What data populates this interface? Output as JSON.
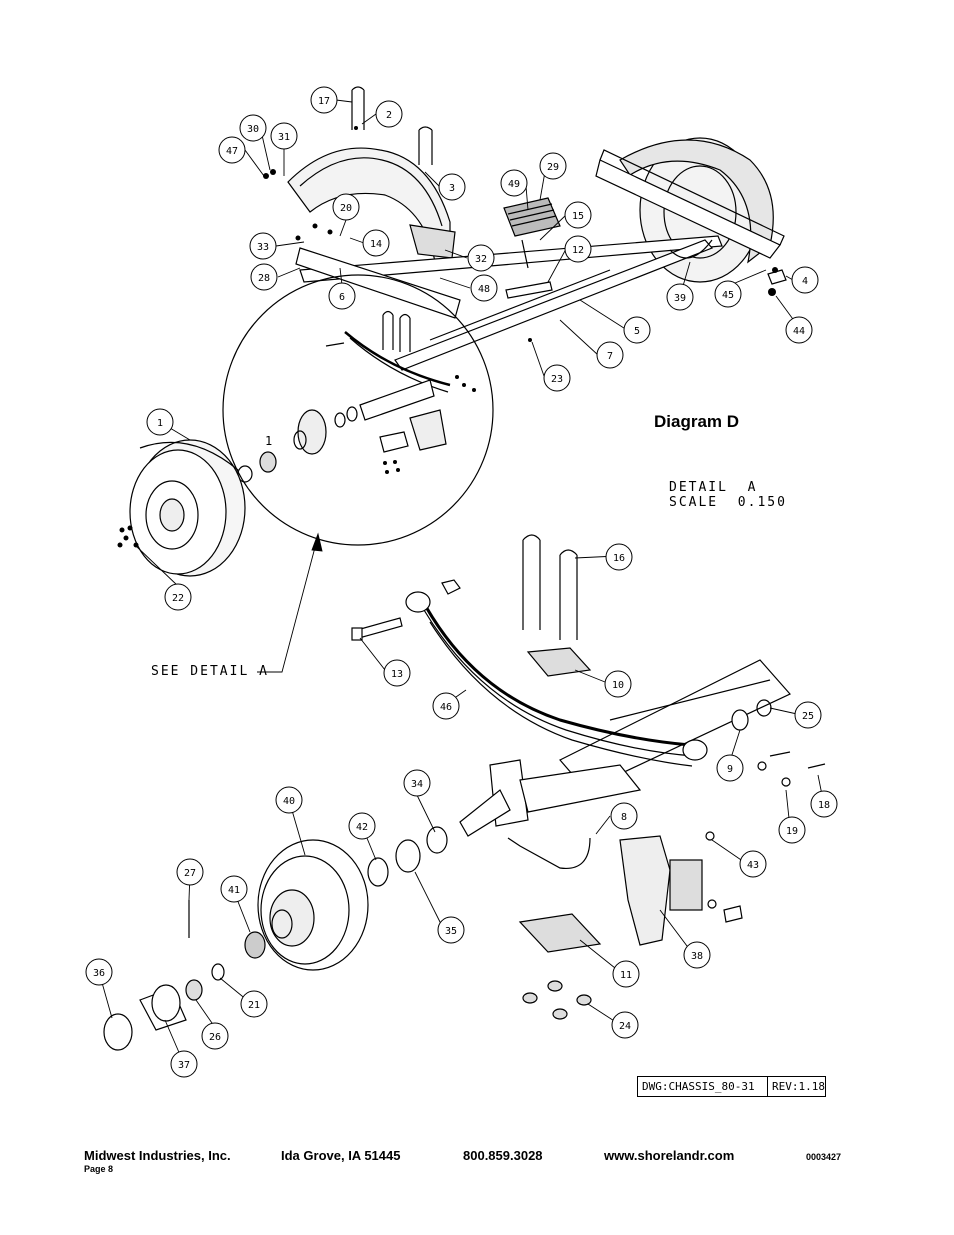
{
  "diagram": {
    "title": "Diagram D",
    "detail_line1": "DETAIL  A",
    "detail_line2": "SCALE  0.150",
    "see_detail": "SEE DETAIL  A",
    "hub_label": "1"
  },
  "callouts": [
    {
      "id": "17",
      "label": "17"
    },
    {
      "id": "2",
      "label": "2"
    },
    {
      "id": "30",
      "label": "30"
    },
    {
      "id": "31",
      "label": "31"
    },
    {
      "id": "47",
      "label": "47"
    },
    {
      "id": "3",
      "label": "3"
    },
    {
      "id": "20",
      "label": "20"
    },
    {
      "id": "14",
      "label": "14"
    },
    {
      "id": "33",
      "label": "33"
    },
    {
      "id": "28",
      "label": "28"
    },
    {
      "id": "6",
      "label": "6"
    },
    {
      "id": "32",
      "label": "32"
    },
    {
      "id": "48",
      "label": "48"
    },
    {
      "id": "49",
      "label": "49"
    },
    {
      "id": "29",
      "label": "29"
    },
    {
      "id": "15",
      "label": "15"
    },
    {
      "id": "12",
      "label": "12"
    },
    {
      "id": "39",
      "label": "39"
    },
    {
      "id": "45",
      "label": "45"
    },
    {
      "id": "4",
      "label": "4"
    },
    {
      "id": "44",
      "label": "44"
    },
    {
      "id": "5",
      "label": "5"
    },
    {
      "id": "7",
      "label": "7"
    },
    {
      "id": "23",
      "label": "23"
    },
    {
      "id": "1",
      "label": "1"
    },
    {
      "id": "22",
      "label": "22"
    },
    {
      "id": "16",
      "label": "16"
    },
    {
      "id": "13",
      "label": "13"
    },
    {
      "id": "10",
      "label": "10"
    },
    {
      "id": "46",
      "label": "46"
    },
    {
      "id": "25",
      "label": "25"
    },
    {
      "id": "9",
      "label": "9"
    },
    {
      "id": "18",
      "label": "18"
    },
    {
      "id": "19",
      "label": "19"
    },
    {
      "id": "34",
      "label": "34"
    },
    {
      "id": "40",
      "label": "40"
    },
    {
      "id": "42",
      "label": "42"
    },
    {
      "id": "8",
      "label": "8"
    },
    {
      "id": "43",
      "label": "43"
    },
    {
      "id": "27",
      "label": "27"
    },
    {
      "id": "41",
      "label": "41"
    },
    {
      "id": "35",
      "label": "35"
    },
    {
      "id": "38",
      "label": "38"
    },
    {
      "id": "11",
      "label": "11"
    },
    {
      "id": "36",
      "label": "36"
    },
    {
      "id": "21",
      "label": "21"
    },
    {
      "id": "26",
      "label": "26"
    },
    {
      "id": "37",
      "label": "37"
    },
    {
      "id": "24",
      "label": "24"
    }
  ],
  "title_block": {
    "dwg": "DWG:CHASSIS_80-31",
    "rev": "REV:1.18"
  },
  "footer": {
    "company": "Midwest Industries, Inc.",
    "location": "Ida Grove, IA  51445",
    "phone": "800.859.3028",
    "website": "www.shorelandr.com",
    "page": "Page 8",
    "doc_code": "0003427"
  }
}
